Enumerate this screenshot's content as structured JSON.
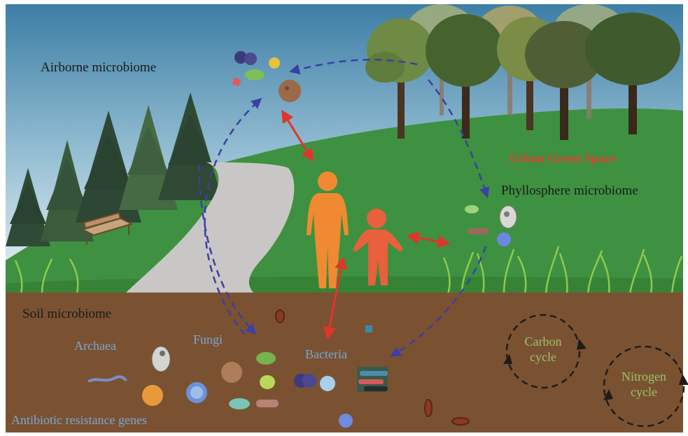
{
  "labels": {
    "airborne": "Airborne microbiome",
    "urban_green_space": "Urban Green Space",
    "phyllosphere": "Phyllosphere microbiome",
    "soil": "Soil microbiome",
    "archaea": "Archaea",
    "fungi": "Fungi",
    "bacteria": "Bacteria",
    "antibiotic_resistance": "Antibiotic resistance genes",
    "carbon_cycle_line1": "Carbon",
    "carbon_cycle_line2": "cycle",
    "nitrogen_cycle_line1": "Nitrogen",
    "nitrogen_cycle_line2": "cycle"
  },
  "colors": {
    "sky_top": "#3d7ea6",
    "sky_bottom": "#eef4f7",
    "grass": "#3e9140",
    "soil": "#7a5232",
    "path": "#c9c7c5",
    "human_adult": "#ef8a32",
    "human_child": "#e8603c",
    "arrow_red": "#e2342b",
    "arrow_blue": "#3c3fa3",
    "label_dark": "#1a1a1a",
    "label_blue": "#7aa6d6",
    "label_green": "#9bc36a",
    "label_red": "#e0402e"
  }
}
